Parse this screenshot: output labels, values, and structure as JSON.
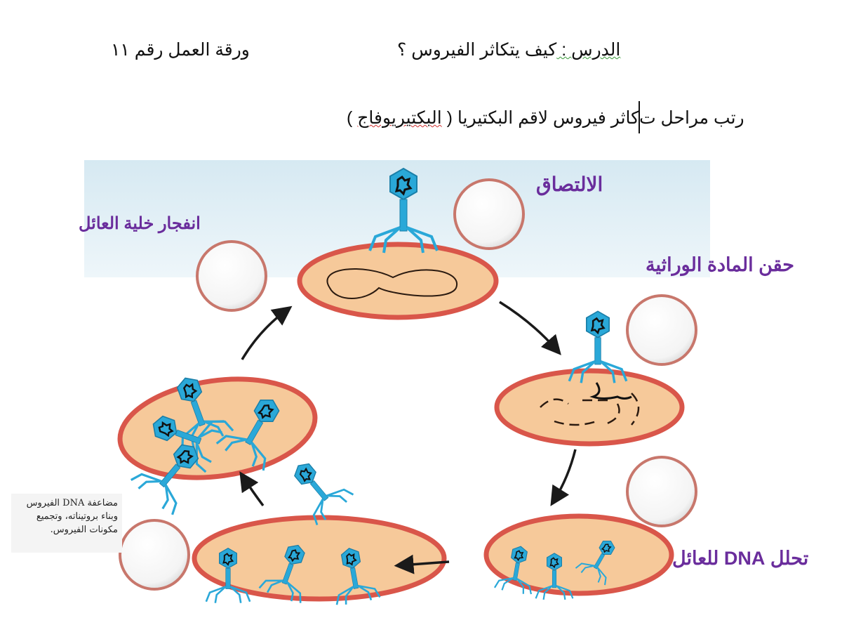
{
  "header": {
    "worksheet_label": "ورقة العمل رقم ١١",
    "lesson_prefix": "الدرس : ",
    "lesson_title": "كيف يتكاثر الفيروس ؟",
    "instruction_part1": "رتب مراحل ت",
    "instruction_part2": "كاثر فيروس لاقم البكتيريا ( ",
    "instruction_term": "البكتيريوفاج",
    "instruction_end": " )"
  },
  "diagram": {
    "stages": {
      "attachment": "الالتصاق",
      "injection": "حقن المادة الوراثية",
      "host_dna_breakdown": "تحلل DNA للعائل",
      "replication_note": "مضاعفة DNA الفيروس وبناء بروتيناته، وتجميع مكونات الفيروس.",
      "lysis": "انفجار خلية العائل"
    },
    "colors": {
      "label": "#6a2d9c",
      "cell_fill": "#f6c99a",
      "cell_border": "#d9564a",
      "phage": "#2aa8d8",
      "band": "#dcecf4"
    }
  }
}
